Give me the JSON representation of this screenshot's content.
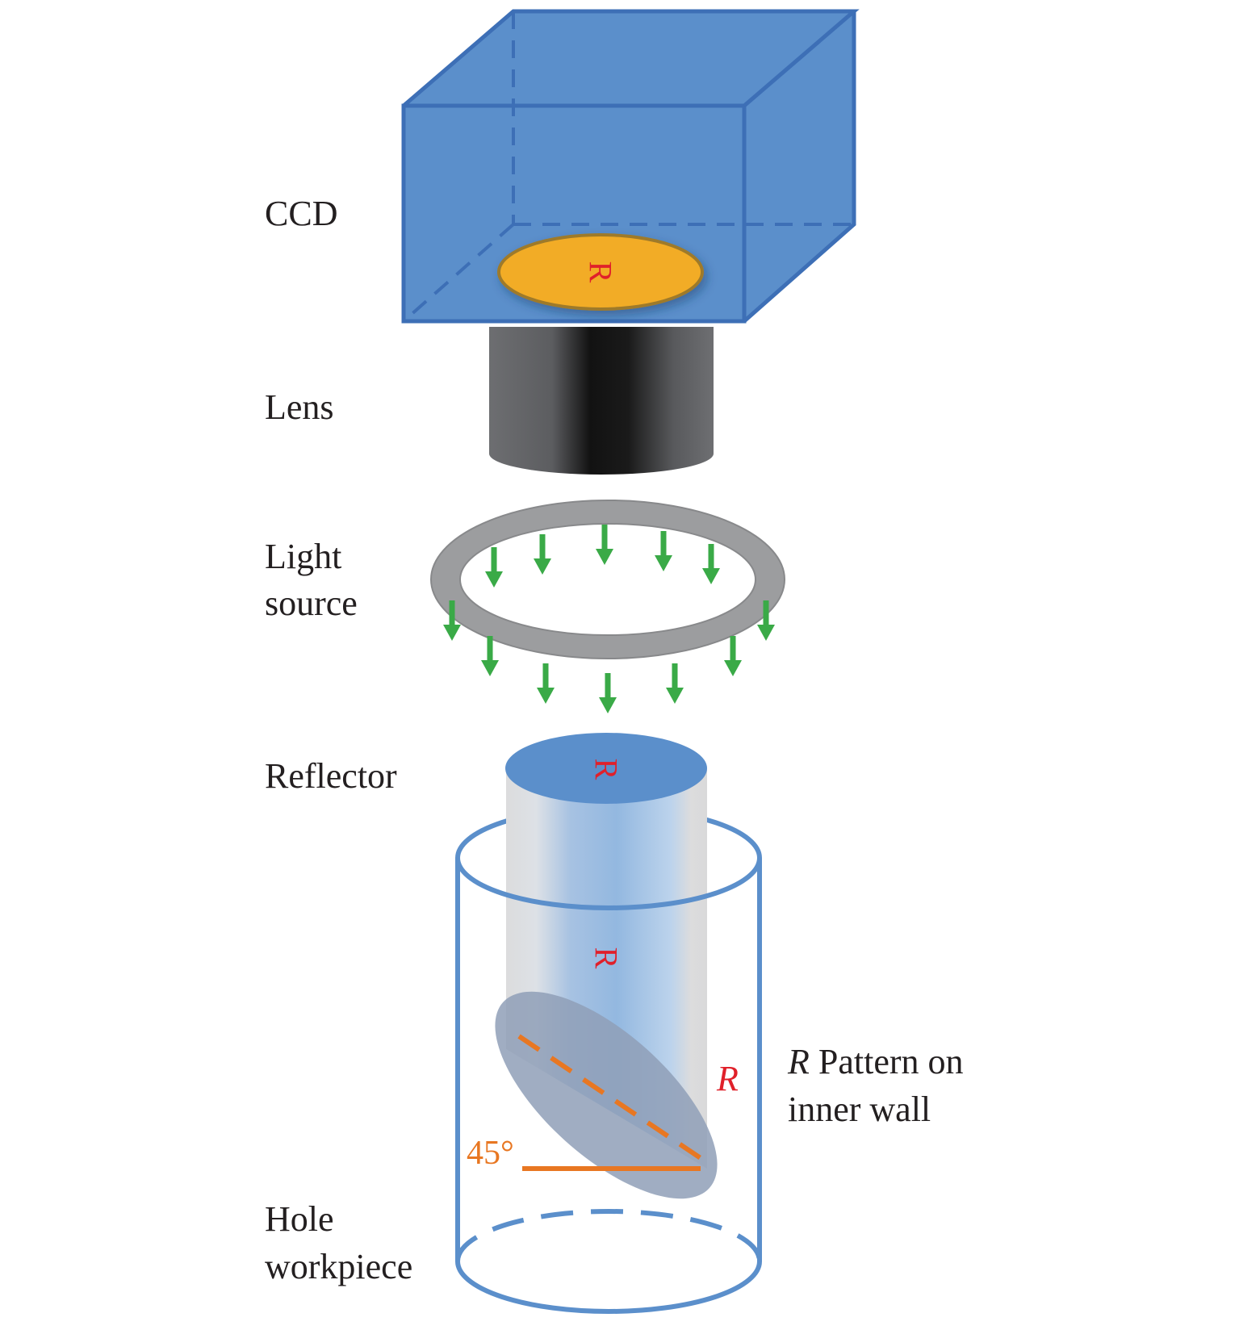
{
  "labels": {
    "ccd": "CCD",
    "lens": "Lens",
    "light_source_line1": "Light",
    "light_source_line2": "source",
    "reflector": "Reflector",
    "pattern_italic": "R",
    "pattern_line1_rest": " Pattern on",
    "pattern_line2": "inner wall",
    "hole_line1": "Hole",
    "hole_line2": "workpiece",
    "angle": "45°",
    "r_mark": "R"
  },
  "images": {
    "ccd_image": "R",
    "reflector_top_image": "R",
    "reflector_mid_image": "R"
  },
  "colors": {
    "ccd_box": "#5b8fcb",
    "ccd_edge": "#3d6fb6",
    "sensor": "#f2ac25",
    "lens": "#111111",
    "ring": "#9c9d9f",
    "arrow": "#3aaa47",
    "workpiece": "#5b8fcb",
    "mirror": "#8f9fb7",
    "angle_line": "#e87722",
    "text_red": "#e0202a"
  },
  "icons": [
    "down-arrow-icon"
  ]
}
